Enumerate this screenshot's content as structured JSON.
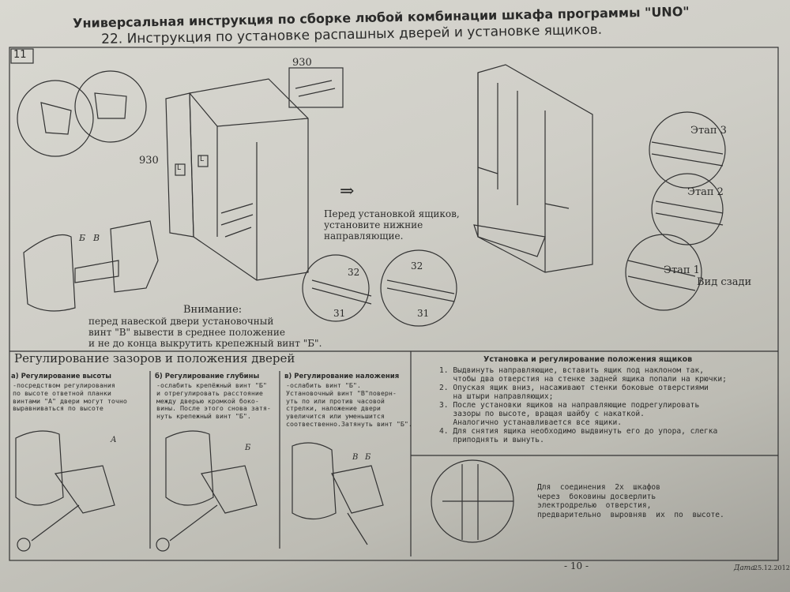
{
  "header": {
    "title": "Универсальная инструкция по сборке любой комбинации шкафа программы \"UNO\"",
    "subtitle": "22.  Инструкция по установке распашных  дверей и установке ящиков."
  },
  "panel": {
    "step_number": "11",
    "screw_code_top": "930",
    "screw_code_left": "930",
    "cabinet_marks": [
      "L",
      "L"
    ],
    "arrow_symbol": "⇒",
    "before_drawers_note": "Перед установкой ящиков,\nустановите нижние\nнаправляющие.",
    "callout_32a": "32",
    "callout_31a": "31",
    "callout_32b": "32",
    "callout_31b": "31",
    "hinge_labels": [
      "Б",
      "В"
    ],
    "attention_title": "Внимание:",
    "attention_text": "перед навеской двери установочный\nвинт \"В\" вывести в среднее положение\nи не до конца выкрутить крепежный винт \"Б\".",
    "stages": [
      "Этап 3",
      "Этап 2",
      "Этап 1"
    ],
    "rear_view": "Вид сзади"
  },
  "adjust": {
    "title": "Регулирование зазоров и положения дверей",
    "a_head": "а) Регулирование высоты",
    "a_text": "-посредством регулирования\nпо высоте ответной планки\nвинтами \"А\" двери могут точно\nвыравниваться по высоте",
    "a_label": "А",
    "b_head": "б) Регулирование глубины",
    "b_text": "-ослабить крепёжный винт \"Б\"\nи отрегулировать расстояние\nмежду дверью кромкой боко-\nвины. После этого снова затя-\nнуть крепежный винт \"Б\".",
    "b_label": "Б",
    "c_head": "в) Регулирование наложения",
    "c_text": "-ослабить винт \"Б\".\nУстановочный винт \"В\"поверн-\nуть по или против часовой\nстрелки, наложение двери\nувеличится или уменьшится\nсоотвественно.Затянуть винт \"Б\".",
    "c_labels": [
      "В",
      "Б"
    ]
  },
  "drawers": {
    "title": "Установка и регулирование положения ящиков",
    "text": "1. Выдвинуть направляющие, вставить ящик под наклоном так,\n   чтобы два отверстия на стенке задней ящика попали на крючки;\n2. Опуская ящик вниз, насаживают стенки боковые отверстиями\n   на штыри направляющих;\n3. После установки ящиков на направляющие подрегулировать\n   зазоры по высоте, вращая шайбу с накаткой.\n   Аналогично устанавливается все ящики.\n4. Для снятия ящика необходимо выдвинуть его до упора, слегка\n   приподнять и вынуть."
  },
  "joining": {
    "text": "Для  соединения  2х  шкафов\nчерез  боковины досверлить\nэлектродрелью  отверстия,\nпредварительно  выровняв  их  по  высоте."
  },
  "footer": {
    "page": "- 10 -",
    "date_label": "Дата",
    "date_value": "25.12.2012"
  },
  "colors": {
    "ink": "#2b2b2a",
    "paper": "#d2d1ca"
  }
}
